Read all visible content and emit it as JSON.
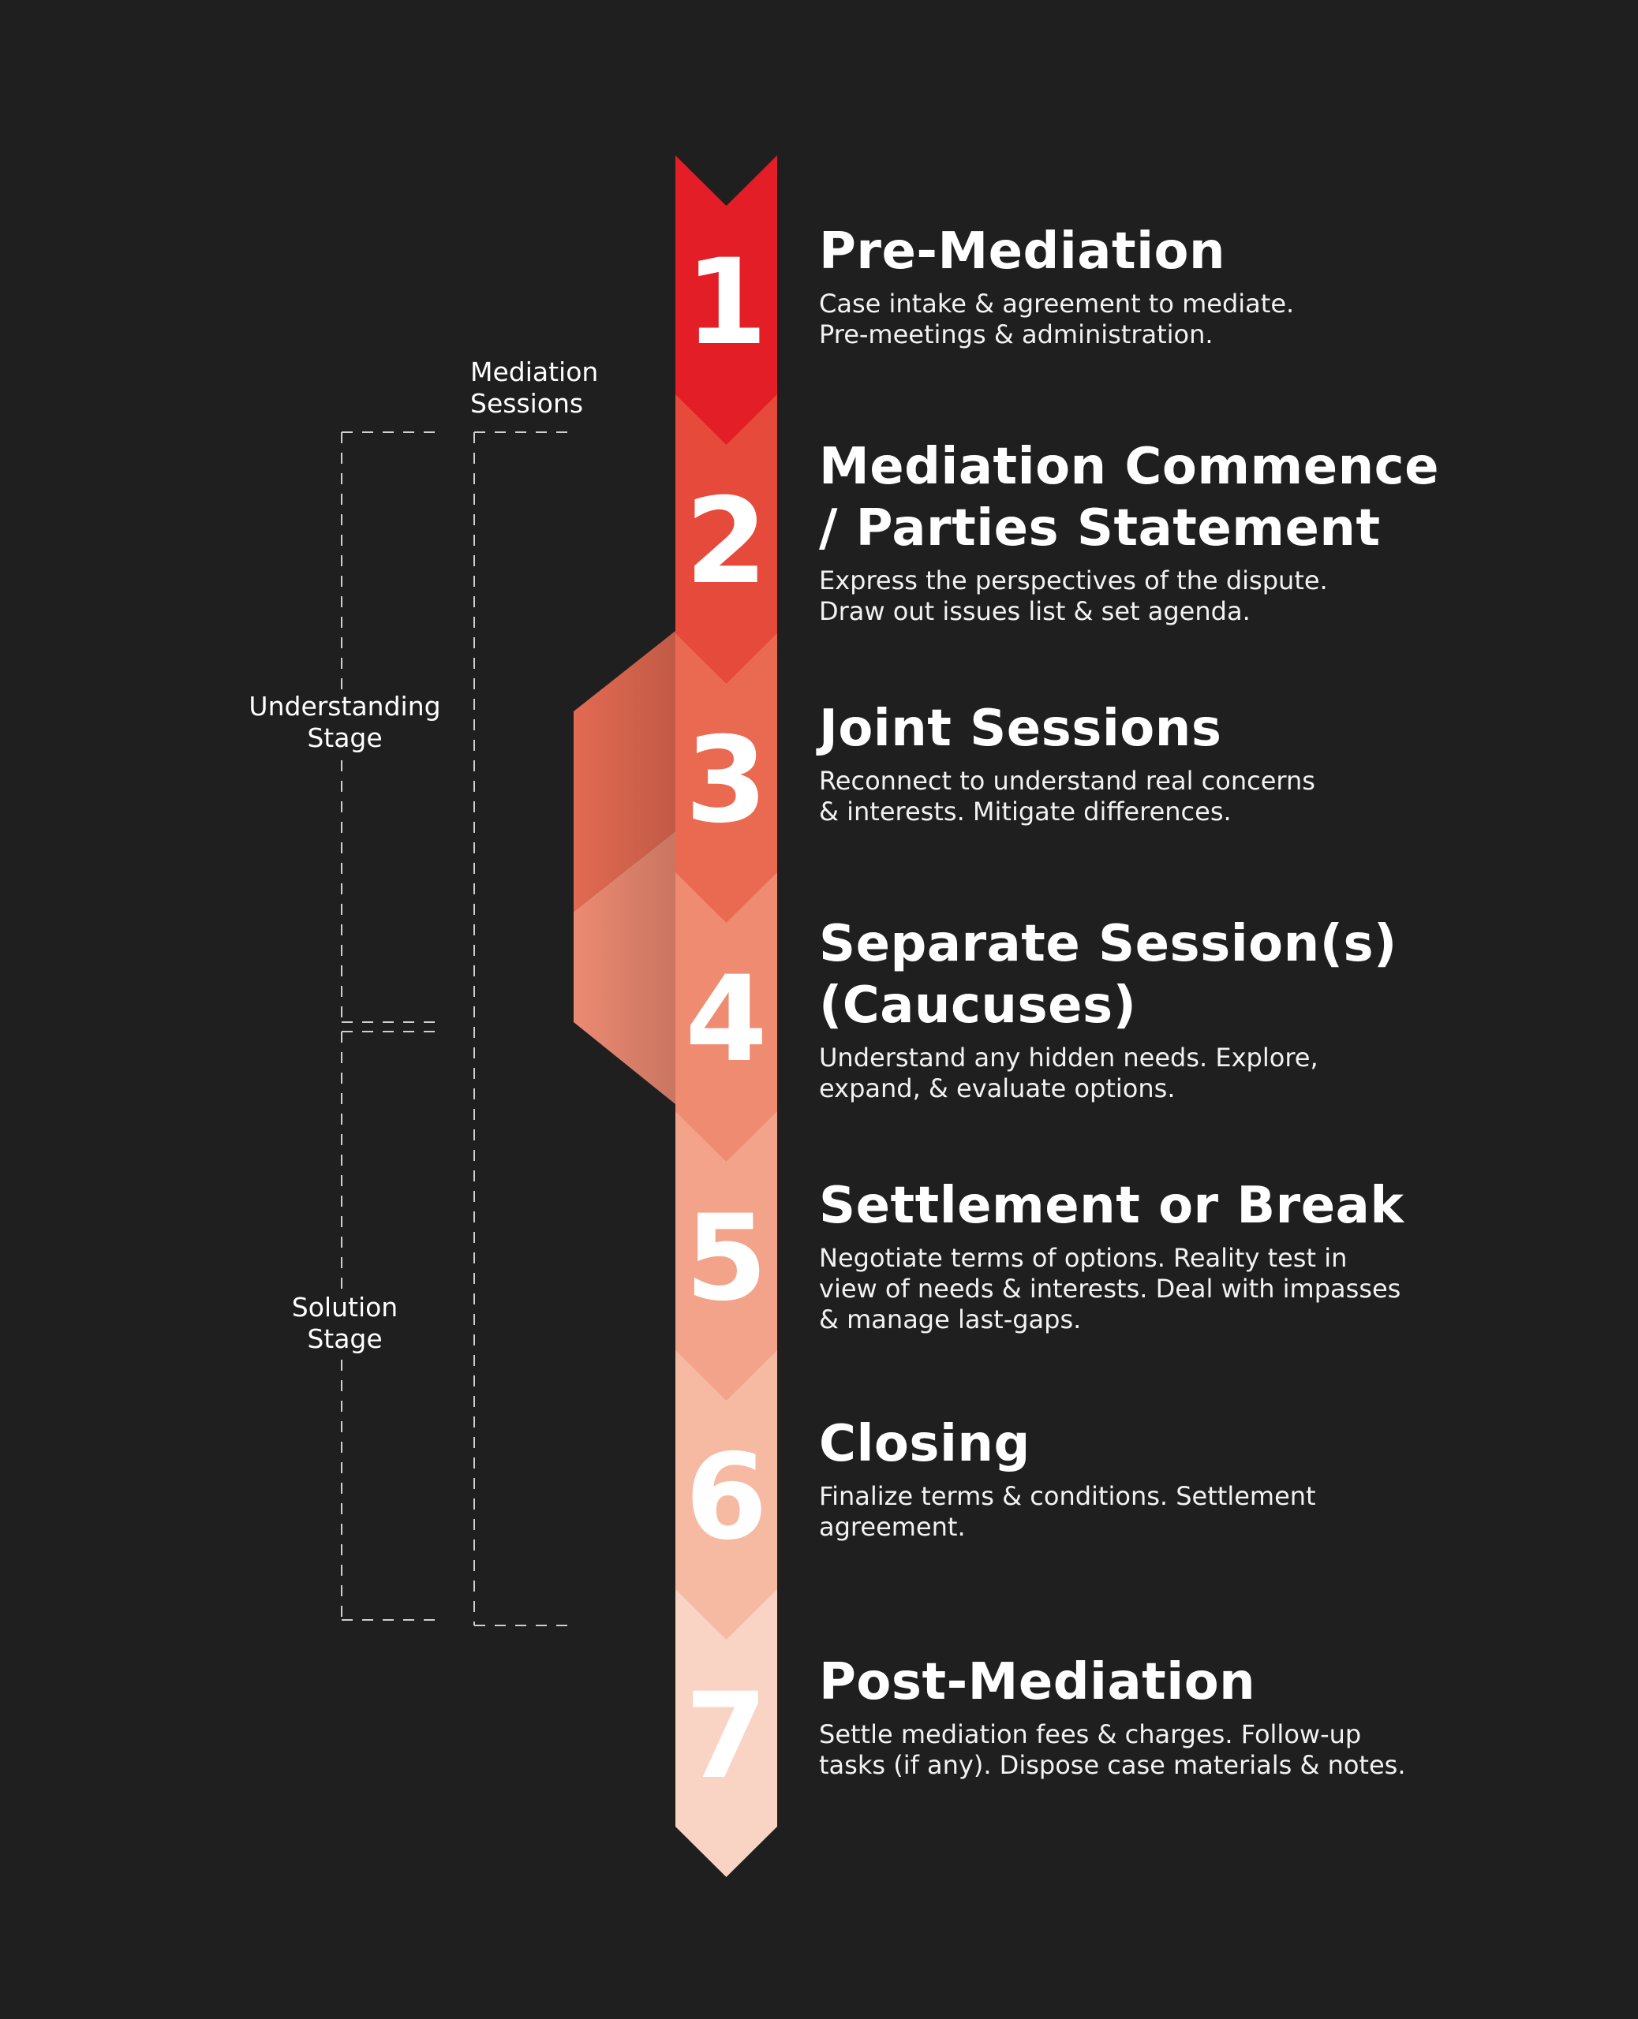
{
  "steps": [
    {
      "number": "1",
      "title_lines": [
        "Pre-Mediation"
      ],
      "desc_lines": [
        "Case intake & agreement to mediate.",
        "Pre-meetings & administration."
      ],
      "color": "#e31e27"
    },
    {
      "number": "2",
      "title_lines": [
        "Mediation Commence",
        "/ Parties Statement"
      ],
      "desc_lines": [
        "Express the perspectives of the dispute.",
        "Draw out issues list & set agenda."
      ],
      "color": "#e64a3b"
    },
    {
      "number": "3",
      "title_lines": [
        "Joint Sessions"
      ],
      "desc_lines": [
        "Reconnect to understand real concerns",
        "& interests. Mitigate differences."
      ],
      "color": "#ea6a51"
    },
    {
      "number": "4",
      "title_lines": [
        "Separate Session(s)",
        "(Caucuses)"
      ],
      "desc_lines": [
        "Understand any hidden needs. Explore,",
        "expand, & evaluate options."
      ],
      "color": "#ee8b70"
    },
    {
      "number": "5",
      "title_lines": [
        "Settlement or Break"
      ],
      "desc_lines": [
        "Negotiate terms of options. Reality test in",
        "view of needs & interests. Deal with impasses",
        "& manage last-gaps."
      ],
      "color": "#f2a38a"
    },
    {
      "number": "6",
      "title_lines": [
        "Closing"
      ],
      "desc_lines": [
        "Finalize terms & conditions. Settlement",
        "agreement."
      ],
      "color": "#f6baa3"
    },
    {
      "number": "7",
      "title_lines": [
        "Post-Mediation"
      ],
      "desc_lines": [
        "Settle mediation fees & charges. Follow-up",
        "tasks (if any). Dispose case materials & notes."
      ],
      "color": "#f9d3c4"
    }
  ],
  "brackets": {
    "mediation_sessions": {
      "lines": [
        "Mediation",
        "Sessions"
      ]
    },
    "understanding_stage": {
      "lines": [
        "Understanding",
        "Stage"
      ]
    },
    "solution_stage": {
      "lines": [
        "Solution",
        "Stage"
      ]
    }
  },
  "colors": {
    "background": "#1f1f20",
    "caucus_band_top": "#e36a52",
    "caucus_band_bottom": "#ec8a72",
    "bracket_line": "#cfcfcf"
  }
}
